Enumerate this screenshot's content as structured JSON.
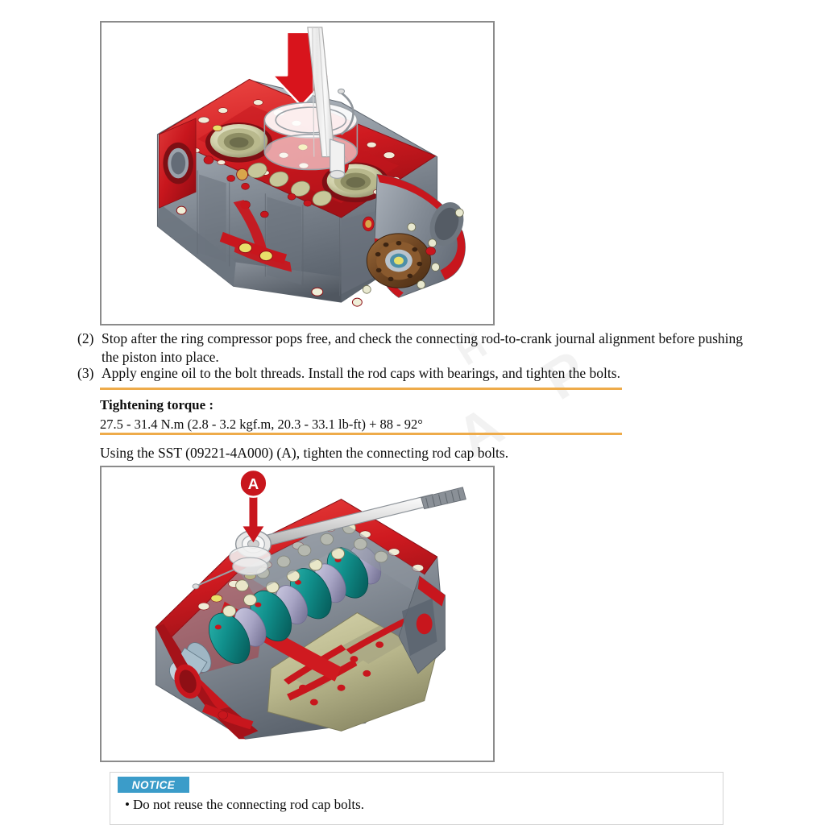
{
  "page": {
    "background": "#ffffff",
    "accent_orange": "#eeab4a",
    "notice_blue": "#3b9cc9",
    "frame_gray": "#8b8b8b",
    "highlight_red": "#cc1122"
  },
  "watermark": {
    "glyph_1": "A",
    "glyph_2": "P",
    "glyph_3": "H"
  },
  "figures": [
    {
      "id": "figure-1",
      "caption": "",
      "alt": "Cutaway 3D rendering of an engine cylinder block with red-highlighted deck surface and bearing bores, a piston ring compressor seated over a cylinder bore, and a large red downward arrow indicating the piston install direction",
      "callouts": []
    },
    {
      "id": "figure-2",
      "caption": "",
      "alt": "Cutaway 3D rendering of the engine block lower end with teal crankshaft counterweights, installed connecting rod caps, olive oil pan ladder frame and a torque wrench engaging a rod cap bolt",
      "callouts": [
        {
          "label": "A",
          "meaning": "SST torque wrench adapter 09221-4A000"
        }
      ]
    }
  ],
  "steps": [
    {
      "number": "(2)",
      "text": "Stop after the ring compressor pops free, and check the connecting rod-to-crank journal alignment before pushing the piston into place."
    },
    {
      "number": "(3)",
      "text": "Apply engine oil to the bolt threads. Install the rod caps with bearings, and tighten the bolts."
    }
  ],
  "torque": {
    "label": "Tightening torque :",
    "value": "27.5 - 31.4 N.m (2.8 - 3.2 kgf.m, 20.3 - 33.1 lb-ft) + 88 - 92°"
  },
  "sst": {
    "text": "Using the SST (09221-4A000) (A), tighten the connecting rod cap bolts."
  },
  "notice": {
    "badge": "NOTICE",
    "bullet": "•",
    "text": "Do not reuse the connecting rod cap bolts."
  }
}
